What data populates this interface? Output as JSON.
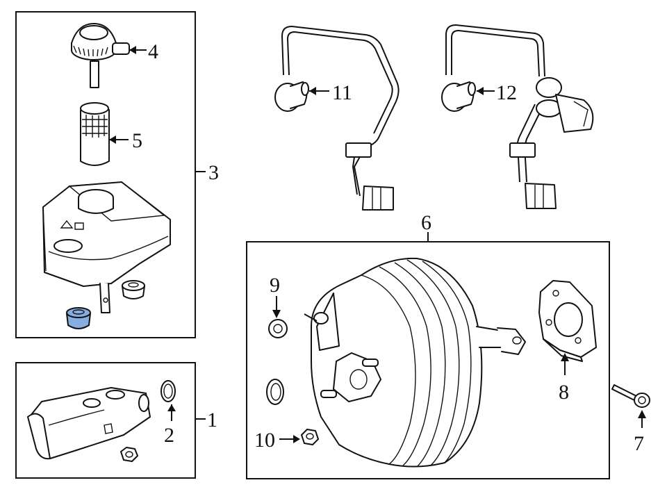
{
  "callouts": {
    "c1": "1",
    "c2": "2",
    "c3": "3",
    "c4": "4",
    "c5": "5",
    "c6": "6",
    "c7": "7",
    "c8": "8",
    "c9": "9",
    "c10": "10",
    "c11": "11",
    "c12": "12"
  },
  "colors": {
    "highlight": "#86aee0",
    "line": "#111111"
  }
}
